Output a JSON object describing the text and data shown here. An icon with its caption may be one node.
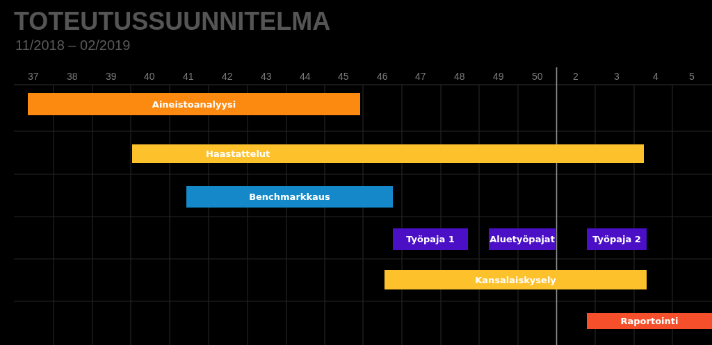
{
  "diagram": {
    "title": "TOTEUTUSSUUNNITELMA",
    "nodes": [
      {
        "text": [
          "Aineistoanalyysi"
        ]
      },
      {
        "text": [
          "Haastattelut"
        ]
      },
      {
        "text": [
          "Benchmarkkaus"
        ]
      },
      {
        "text": [
          "Työpaja 1"
        ]
      },
      {
        "text": [
          "Aluetyöpajat"
        ]
      },
      {
        "text": [
          "Työpaja 2"
        ]
      },
      {
        "text": [
          "Kansalaiskysely"
        ]
      },
      {
        "text": [
          "Raportointi"
        ]
      }
    ],
    "labels": [
      "11/2018 – 02/2019",
      "37",
      "38",
      "39",
      "40",
      "41",
      "42",
      "43",
      "44",
      "45",
      "46",
      "47",
      "48",
      "49",
      "50",
      "2",
      "3",
      "4",
      "5"
    ]
  }
}
